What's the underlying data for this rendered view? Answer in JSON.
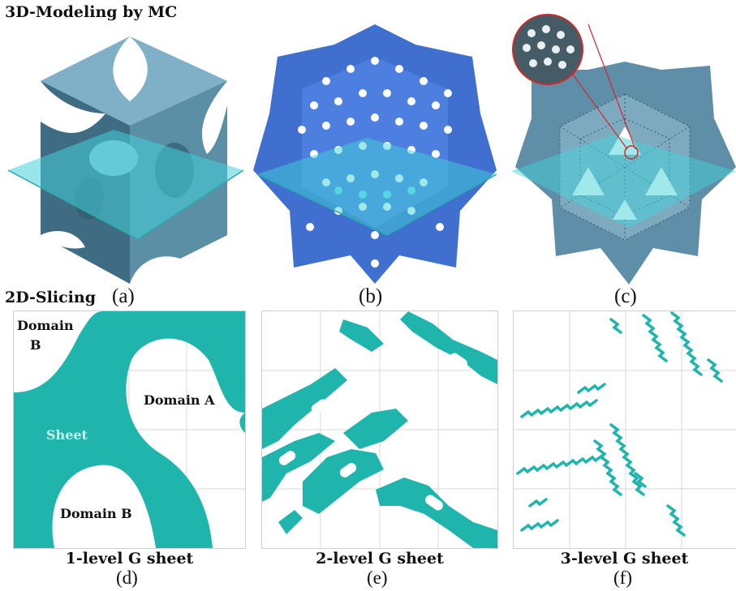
{
  "header": {
    "modeling": "3D-Modeling by MC",
    "slicing": "2D-Slicing"
  },
  "subfig_labels": {
    "a": "(a)",
    "b": "(b)",
    "c": "(c)",
    "d": "(d)",
    "e": "(e)",
    "f": "(f)"
  },
  "panel_titles": {
    "d": "1-level G sheet",
    "e": "2-level G sheet",
    "f": "3-level G sheet"
  },
  "panel_d_labels": {
    "domain_b_top": "Domain",
    "domain_b_top_letter": "B",
    "domain_a": "Domain A",
    "sheet": "Sheet",
    "domain_b_bottom": "Domain B"
  },
  "colors": {
    "sheet": "#1fb5ad",
    "model_a": "#5a8fa6",
    "model_b": "#3f6fcf",
    "model_c": "#5f8fa8",
    "plane": "#43d2d8",
    "zoom_ring": "#d22828"
  }
}
